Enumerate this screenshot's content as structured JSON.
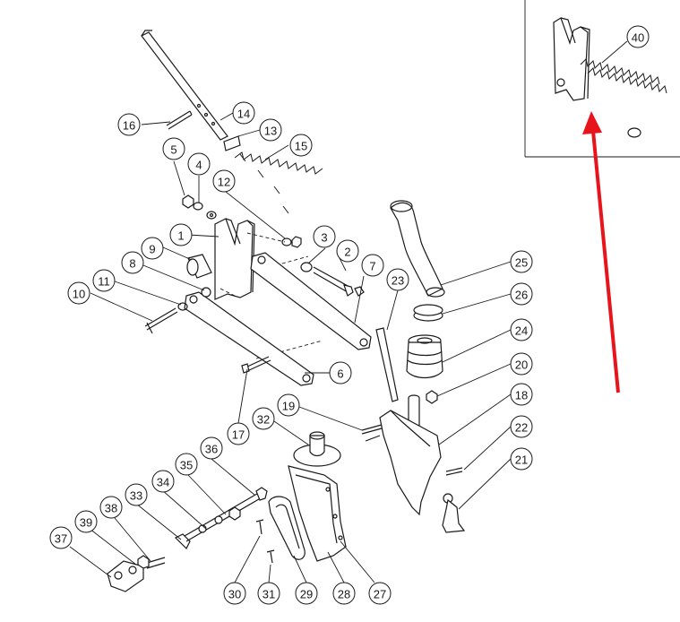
{
  "diagram": {
    "callouts": [
      {
        "id": "c1",
        "label": "1"
      },
      {
        "id": "c2",
        "label": "2"
      },
      {
        "id": "c3",
        "label": "3"
      },
      {
        "id": "c4",
        "label": "4"
      },
      {
        "id": "c5",
        "label": "5"
      },
      {
        "id": "c6",
        "label": "6"
      },
      {
        "id": "c7",
        "label": "7"
      },
      {
        "id": "c8",
        "label": "8"
      },
      {
        "id": "c9",
        "label": "9"
      },
      {
        "id": "c10",
        "label": "10"
      },
      {
        "id": "c11",
        "label": "11"
      },
      {
        "id": "c12",
        "label": "12"
      },
      {
        "id": "c13",
        "label": "13"
      },
      {
        "id": "c14",
        "label": "14"
      },
      {
        "id": "c15",
        "label": "15"
      },
      {
        "id": "c16",
        "label": "16"
      },
      {
        "id": "c17",
        "label": "17"
      },
      {
        "id": "c18",
        "label": "18"
      },
      {
        "id": "c19",
        "label": "19"
      },
      {
        "id": "c20",
        "label": "20"
      },
      {
        "id": "c21",
        "label": "21"
      },
      {
        "id": "c22",
        "label": "22"
      },
      {
        "id": "c23",
        "label": "23"
      },
      {
        "id": "c24",
        "label": "24"
      },
      {
        "id": "c25",
        "label": "25"
      },
      {
        "id": "c26",
        "label": "26"
      },
      {
        "id": "c27",
        "label": "27"
      },
      {
        "id": "c28",
        "label": "28"
      },
      {
        "id": "c29",
        "label": "29"
      },
      {
        "id": "c30",
        "label": "30"
      },
      {
        "id": "c31",
        "label": "31"
      },
      {
        "id": "c32",
        "label": "32"
      },
      {
        "id": "c33",
        "label": "33"
      },
      {
        "id": "c34",
        "label": "34"
      },
      {
        "id": "c35",
        "label": "35"
      },
      {
        "id": "c36",
        "label": "36"
      },
      {
        "id": "c37",
        "label": "37"
      },
      {
        "id": "c38",
        "label": "38"
      },
      {
        "id": "c39",
        "label": "39"
      },
      {
        "id": "c40",
        "label": "40"
      }
    ],
    "arrow_color": "#e8141b",
    "line_color": "#1a1a1a"
  }
}
